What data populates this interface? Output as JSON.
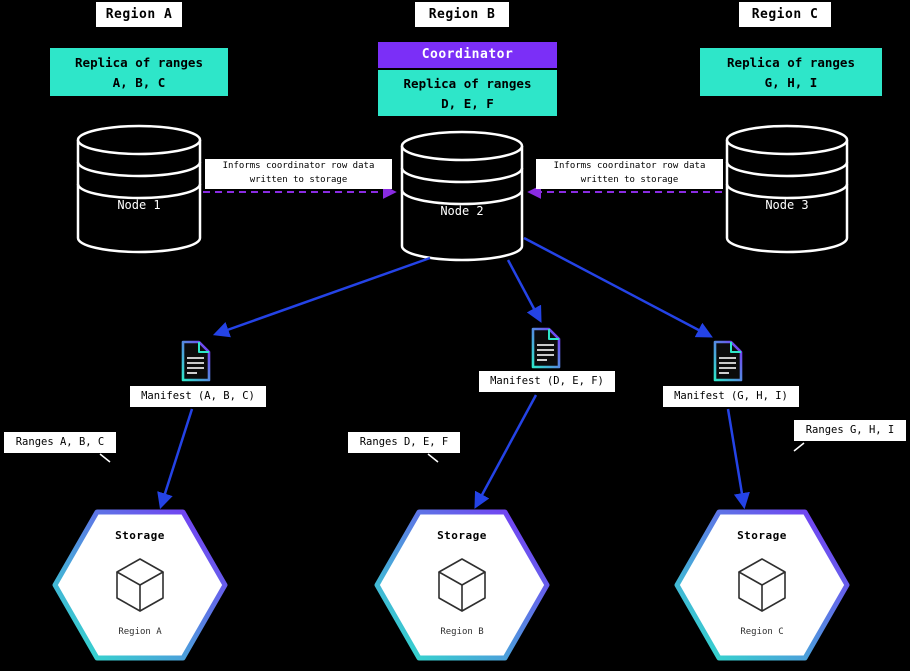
{
  "colors": {
    "background": "#000000",
    "teal": "#2ee6c9",
    "purple": "#7b2ff7",
    "blue_arrow": "#2443e6",
    "dashed_arrow_purple": "#8a2be2"
  },
  "columns": [
    {
      "region_label": "Region A",
      "replica_line1": "Replica of ranges",
      "replica_line2": "A, B, C",
      "node_label": "Node 1",
      "manifest_label": "Manifest (A, B, C)",
      "ranges_label": "Ranges A, B, C",
      "storage_title": "Storage",
      "storage_region": "Region A"
    },
    {
      "region_label": "Region B",
      "coordinator_label": "Coordinator",
      "replica_line1": "Replica of ranges",
      "replica_line2": "D, E, F",
      "node_label": "Node 2",
      "manifest_label": "Manifest (D, E, F)",
      "ranges_label": "Ranges D, E, F",
      "storage_title": "Storage",
      "storage_region": "Region B"
    },
    {
      "region_label": "Region C",
      "replica_line1": "Replica of ranges",
      "replica_line2": "G, H, I",
      "node_label": "Node 3",
      "manifest_label": "Manifest (G, H, I)",
      "ranges_label": "Ranges G, H, I",
      "storage_title": "Storage",
      "storage_region": "Region C"
    }
  ],
  "edge_labels": {
    "left_informs_line1": "Informs coordinator row data",
    "left_informs_line2": "written to storage",
    "right_informs_line1": "Informs coordinator row data",
    "right_informs_line2": "written to storage"
  }
}
